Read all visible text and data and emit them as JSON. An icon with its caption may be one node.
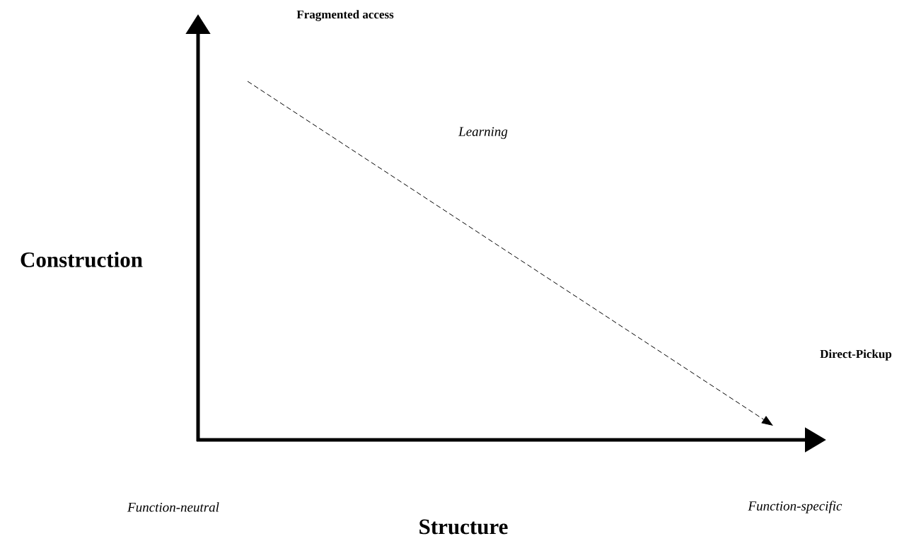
{
  "diagram": {
    "labels": [
      "Fragmented access",
      "Learning",
      "Construction",
      "Direct-Pickup",
      "Function-neutral",
      "Function-specific",
      "Structure"
    ]
  }
}
